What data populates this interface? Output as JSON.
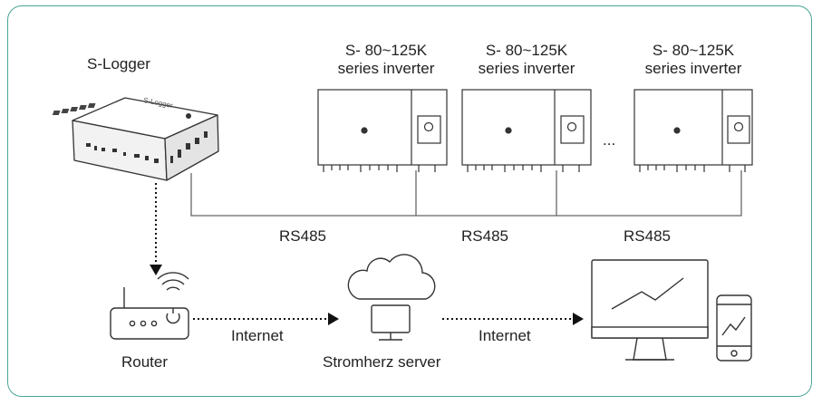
{
  "diagram": {
    "logger": {
      "label": "S-Logger",
      "device_text": "S-Logger",
      "icon": "data-logger-icon"
    },
    "inverters": [
      {
        "line1": "S- 80~125K",
        "line2": "series inverter",
        "icon": "inverter-icon"
      },
      {
        "line1": "S- 80~125K",
        "line2": "series inverter",
        "icon": "inverter-icon"
      },
      {
        "line1": "S- 80~125K",
        "line2": "series inverter",
        "icon": "inverter-icon"
      }
    ],
    "ellipsis": "...",
    "bus_labels": [
      "RS485",
      "RS485",
      "RS485"
    ],
    "router": {
      "label": "Router",
      "icon": "router-icon"
    },
    "server": {
      "label": "Stromherz server",
      "icon": "cloud-server-icon"
    },
    "links": [
      "Internet",
      "Internet"
    ],
    "client_icons": [
      "monitor-chart-icon",
      "smartphone-chart-icon"
    ],
    "colors": {
      "border": "#4ba595",
      "line": "#444444",
      "device": "#555555"
    }
  }
}
